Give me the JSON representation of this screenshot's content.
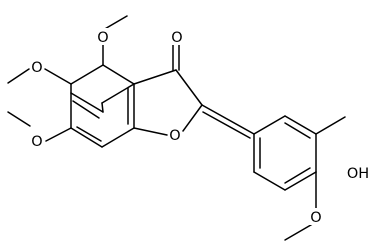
{
  "molecule": {
    "atoms": {
      "carbonyl_o": "O",
      "furan_o": "O",
      "methoxy_4_o": "O",
      "methoxy_5_o": "O",
      "methoxy_6_o": "O",
      "methoxy_4p_o": "O",
      "hydroxy": "OH"
    }
  }
}
